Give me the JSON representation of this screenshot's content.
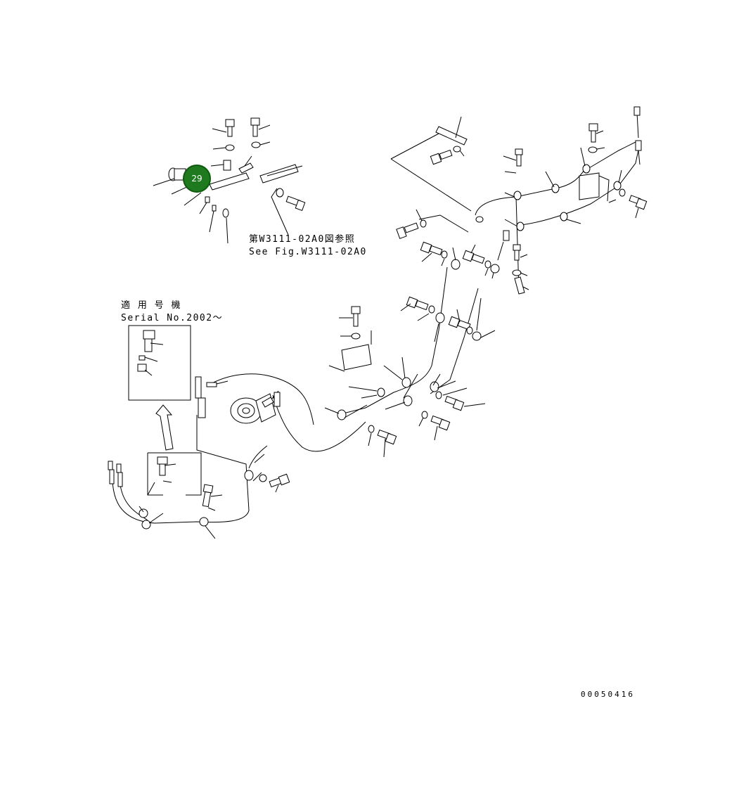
{
  "ref": {
    "line1": "第W3111-02A0図参照",
    "line2": "See Fig.W3111-02A0"
  },
  "serial": {
    "line1": "適 用 号 機",
    "line2": "Serial No.2002～"
  },
  "callout": {
    "number": "29",
    "color": "#1f7a1f"
  },
  "drawing_number": "00050416"
}
